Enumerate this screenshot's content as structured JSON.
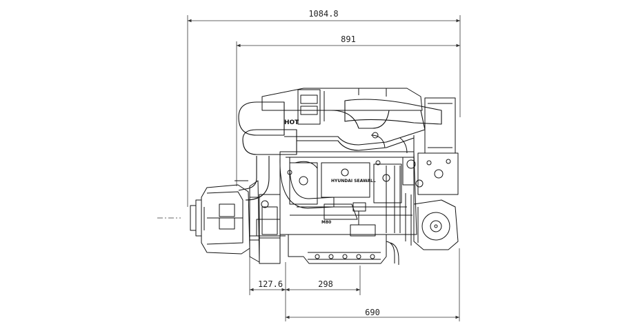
{
  "dimensions": {
    "overall_length": "1084.8",
    "engine_length": "891",
    "offset": "127.6",
    "front_to_mount": "298",
    "base_length": "690"
  },
  "labels": {
    "hot_warning": "HOT",
    "brand_plate": "HYUNDAI SEAWALL",
    "small_plate": "M80"
  },
  "colors": {
    "line": "#111111",
    "dim_line": "#333333"
  }
}
